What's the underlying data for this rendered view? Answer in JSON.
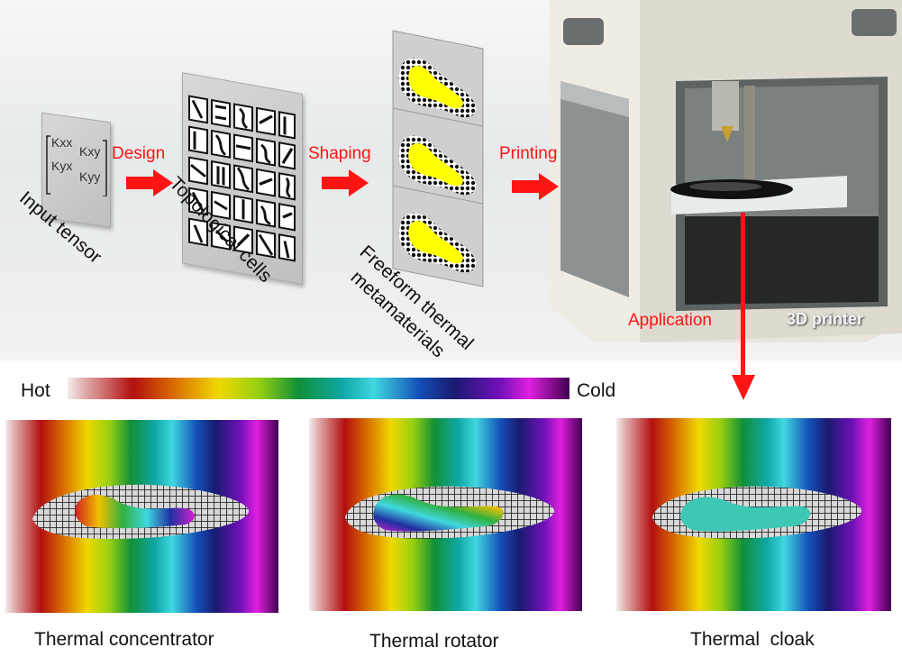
{
  "steps": {
    "input": "Input tensor",
    "design_arrow": "Design",
    "cells": "Topological cells",
    "shaping_arrow": "Shaping",
    "freeform_line1": "Freeform thermal",
    "freeform_line2": "metamaterials",
    "printing_arrow": "Printing",
    "printer": "3D printer",
    "application_arrow": "Application"
  },
  "tensor": {
    "k_xx": "Kxx",
    "k_xy": "Kxy",
    "k_yx": "Kyx",
    "k_yy": "Kyy"
  },
  "colorbar": {
    "hot": "Hot",
    "cold": "Cold"
  },
  "panels": [
    {
      "label": "Thermal concentrator"
    },
    {
      "label": "Thermal rotator"
    },
    {
      "label": "Thermal  cloak"
    }
  ],
  "colors": {
    "arrow": "#ff1414",
    "metamaterial_fill": "#ffff00",
    "cloak_fill": "#3cc8b4"
  }
}
